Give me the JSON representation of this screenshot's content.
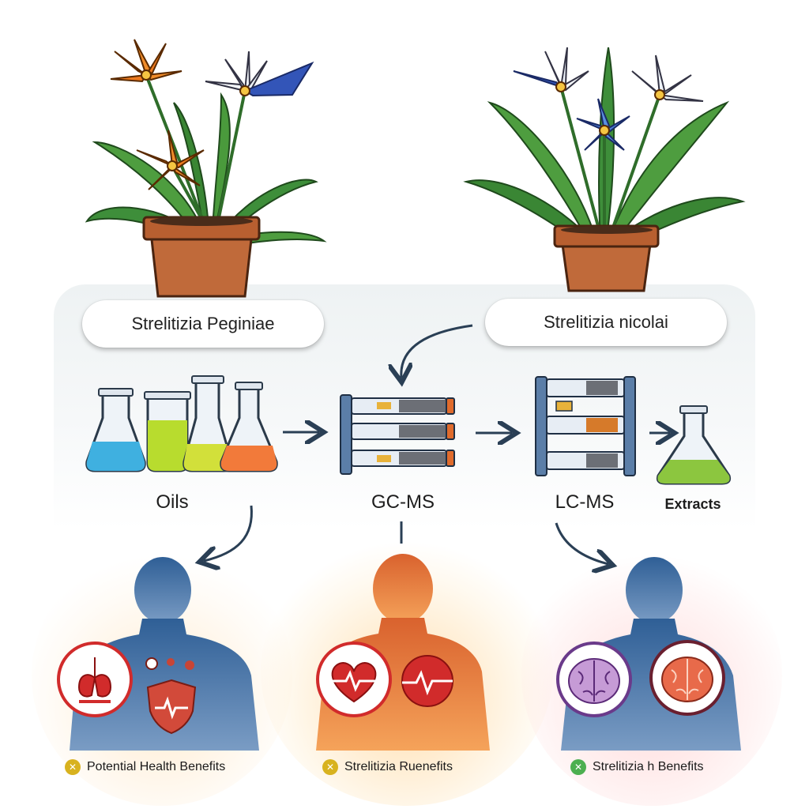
{
  "species": {
    "left": "Strelitizia Ρeginiae",
    "right": "Strelitizia nicolai"
  },
  "stages": {
    "oils": "Oils",
    "gcms": "GC-MS",
    "lcms": "LC-MS",
    "extracts": "Extracts"
  },
  "footer": {
    "left": "Potential Health Benefits",
    "middle": "Strelitizia Ruenefits",
    "right": "Strelitizia h Benefits"
  },
  "colors": {
    "blue_figure": "#3a6ea5",
    "orange_figure": "#e0753a",
    "accent_red": "#d12b2b",
    "check_yellow": "#d8b21f",
    "check_green": "#4caf50"
  }
}
